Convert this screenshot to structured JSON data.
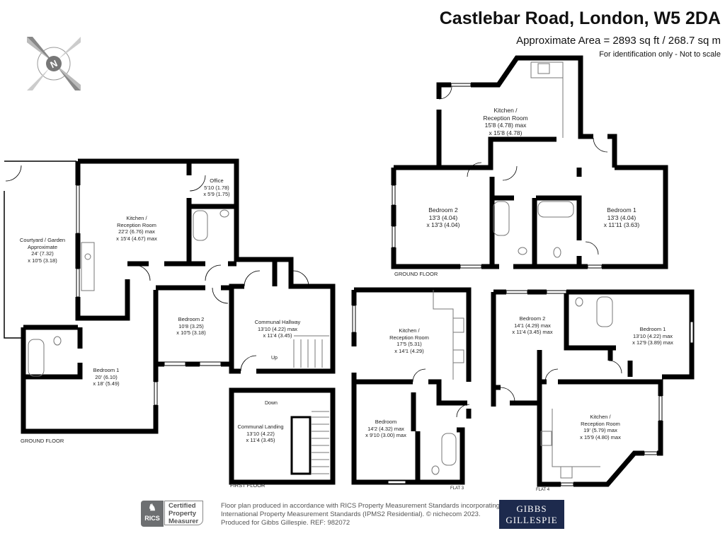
{
  "header": {
    "title": "Castlebar Road, London, W5 2DA",
    "area": "Approximate Area = 2893 sq ft / 268.7 sq m",
    "disclaimer": "For identification only - Not to scale"
  },
  "compass": {
    "label": "N",
    "icon": "compass-rose-icon"
  },
  "plans": {
    "left_ground": {
      "floor_label": "GROUND FLOOR",
      "rooms": [
        {
          "lines": [
            "Courtyard / Garden",
            "Approximate",
            "24' (7.32)",
            "x 10'5 (3.18)"
          ]
        },
        {
          "lines": [
            "Kitchen /",
            "Reception Room",
            "22'2 (6.76) max",
            "x 15'4 (4.67) max"
          ]
        },
        {
          "lines": [
            "Office",
            "5'10 (1.78)",
            "x 5'9 (1.75)"
          ]
        },
        {
          "lines": [
            "Bedroom 2",
            "10'8 (3.25)",
            "x 10'5 (3.18)"
          ]
        },
        {
          "lines": [
            "Communal Hallway",
            "13'10 (4.22) max",
            "x 11'4 (3.45)"
          ]
        },
        {
          "lines": [
            "Bedroom 1",
            "20' (6.10)",
            "x 18' (5.49)"
          ]
        }
      ],
      "stair_up": "Up"
    },
    "first_floor": {
      "floor_label": "FIRST FLOOR",
      "rooms": [
        {
          "lines": [
            "Communal Landing",
            "13'10 (4.22)",
            "x 11'4 (3.45)"
          ]
        }
      ],
      "stair_down": "Down"
    },
    "right_ground": {
      "floor_label": "GROUND FLOOR",
      "rooms": [
        {
          "lines": [
            "Kitchen /",
            "Reception Room",
            "15'8 (4.78) max",
            "x 15'8 (4.78)"
          ]
        },
        {
          "lines": [
            "Bedroom 2",
            "13'3 (4.04)",
            "x 13'3 (4.04)"
          ]
        },
        {
          "lines": [
            "Bedroom 1",
            "13'3 (4.04)",
            "x 11'11 (3.63)"
          ]
        }
      ]
    },
    "flat_3": {
      "floor_label": "FLAT 3",
      "rooms": [
        {
          "lines": [
            "Kitchen /",
            "Reception Room",
            "17'5 (5.31)",
            "x 14'1 (4.29)"
          ]
        },
        {
          "lines": [
            "Bedroom",
            "14'2 (4.32) max",
            "x 9'10 (3.00) max"
          ]
        }
      ]
    },
    "flat_4": {
      "floor_label": "FLAT 4",
      "rooms": [
        {
          "lines": [
            "Bedroom 2",
            "14'1 (4.29) max",
            "x 11'4 (3.45) max"
          ]
        },
        {
          "lines": [
            "Bedroom 1",
            "13'10 (4.22) max",
            "x 12'9 (3.89) max"
          ]
        },
        {
          "lines": [
            "Kitchen /",
            "Reception Room",
            "19' (5.79) max",
            "x 15'9 (4.80) max"
          ]
        }
      ]
    }
  },
  "footer": {
    "rics_badge": "RICS",
    "rics_cert": [
      "Certified",
      "Property",
      "Measurer"
    ],
    "text": [
      "Floor plan produced in accordance with RICS Property Measurement Standards incorporating",
      "International Property Measurement Standards (IPMS2 Residential).   © nichecom 2023.",
      "Produced for Gibbs Gillespie.   REF:  982072"
    ],
    "brand": [
      "GIBBS",
      "GILLESPIE"
    ],
    "brand_color": "#1d2a4d"
  },
  "colors": {
    "wall": "#000000",
    "fixture": "#888888"
  }
}
